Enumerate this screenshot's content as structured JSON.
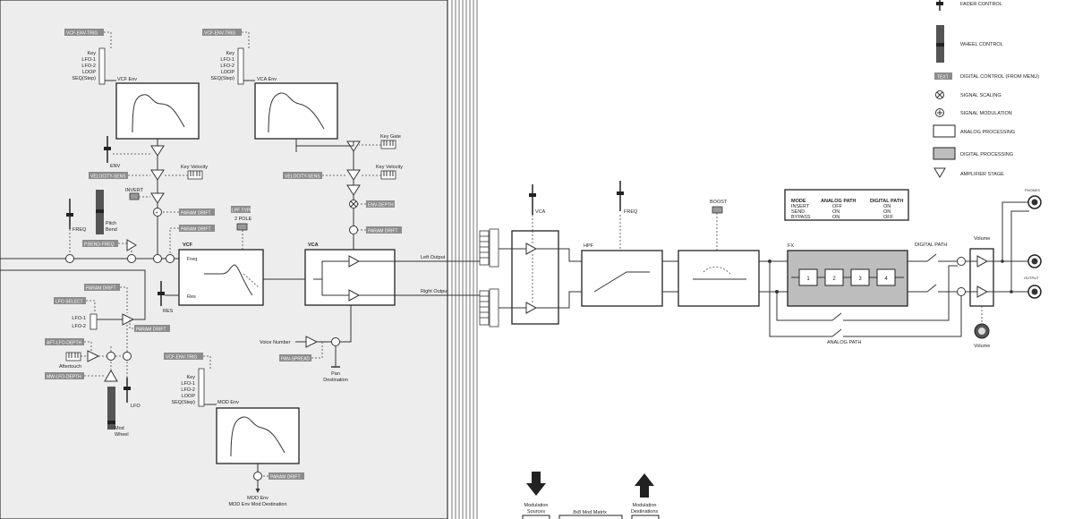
{
  "legend": {
    "fader": "FADER CONTROL",
    "wheel": "WHEEL CONTROL",
    "digital_ctrl_tag": "TEXT",
    "digital_ctrl": "DIGITAL CONTROL (FROM MENU)",
    "scaling": "SIGNAL SCALING",
    "modulation": "SIGNAL MODULATION",
    "analog": "ANALOG PROCESSING",
    "digital": "DIGITAL PROCESSING",
    "amp": "AMPLIFIER STAGE"
  },
  "voice": {
    "vcf_env_trig": "VCF-ENV-TRIG",
    "vca_env_trig": "VCF-ENV-TRIG",
    "mod_env_trig": "VCF-ENV-TRIG",
    "trig_opts": [
      "Key",
      "LFO-1",
      "LFO-2",
      "LOOP",
      "SEQ(Step)"
    ],
    "vcf_env": "VCF Env",
    "vca_env": "VCA Env",
    "mod_env": "MOD Env",
    "env": "ENV",
    "key_velocity": "Key Velocity",
    "key_velocity_2": "Key Velocity",
    "key_gate": "Key Gate",
    "velocity_sens_1": "VELOCITY-SENS",
    "velocity_sens_2": "VELOCITY-SENS",
    "env_depth": "ENV-DEPTH",
    "param_drift_1": "PARAM DRIFT",
    "param_drift_2": "PARAM DRIFT",
    "param_drift_3": "PARAM DRIFT",
    "param_drift_4": "PARAM DRIFT",
    "param_drift_5": "PARAM DRIFT",
    "param_drift_6": "PARAM DRIFT",
    "invert": "INVERT",
    "lpf_type": "LPF TYPE",
    "two_pole": "2 POLE",
    "freq": "FREQ",
    "pitch_bend": "Pitch Bend",
    "pbend_freq": "P.BEND-FREQ",
    "vcf": "VCF",
    "vcf_freq": "Freq",
    "vcf_res": "Res",
    "res": "RES",
    "vca": "VCA",
    "left_output": "Left Output",
    "right_output": "Right Output",
    "lfo_select": "LFO SELECT",
    "lfo1": "LFO-1",
    "lfo2": "LFO-2",
    "aft_lfo_depth": "AFT-LFO-DEPTH",
    "aftertouch": "Aftertouch",
    "mw_lfo_depth": "MW-LFO-DEPTH",
    "lfo": "LFO",
    "mod_wheel": "Mod Wheel",
    "voice_number": "Voice Number",
    "pan_spread": "PAN-SPREAD",
    "pan_dest": "Pan Destination",
    "mod_env_dest": "MOD Env Mod Destination"
  },
  "output": {
    "vca": "VCA",
    "hpf": "HPF",
    "freq": "FREQ",
    "boost": "BOOST",
    "fx": "FX",
    "fx_slots": [
      "1",
      "2",
      "3",
      "4"
    ],
    "digital_path": "DIGITAL PATH",
    "analog_path": "ANALOG PATH",
    "volume": "Volume",
    "volume_knob": "Volume",
    "phones": "PHONES",
    "output_label": "OUTPUT",
    "mode_table": {
      "headers": [
        "MODE",
        "ANALOG PATH",
        "DIGITAL PATH"
      ],
      "rows": [
        [
          "INSERT",
          "OFF",
          "ON"
        ],
        [
          "SEND",
          "ON",
          "ON"
        ],
        [
          "BYPASS",
          "ON",
          "OFF"
        ]
      ]
    }
  },
  "matrix": {
    "sources": "Modulation Sources",
    "title": "8x8 Mod Matrix",
    "destinations": "Modulation Destinations"
  }
}
